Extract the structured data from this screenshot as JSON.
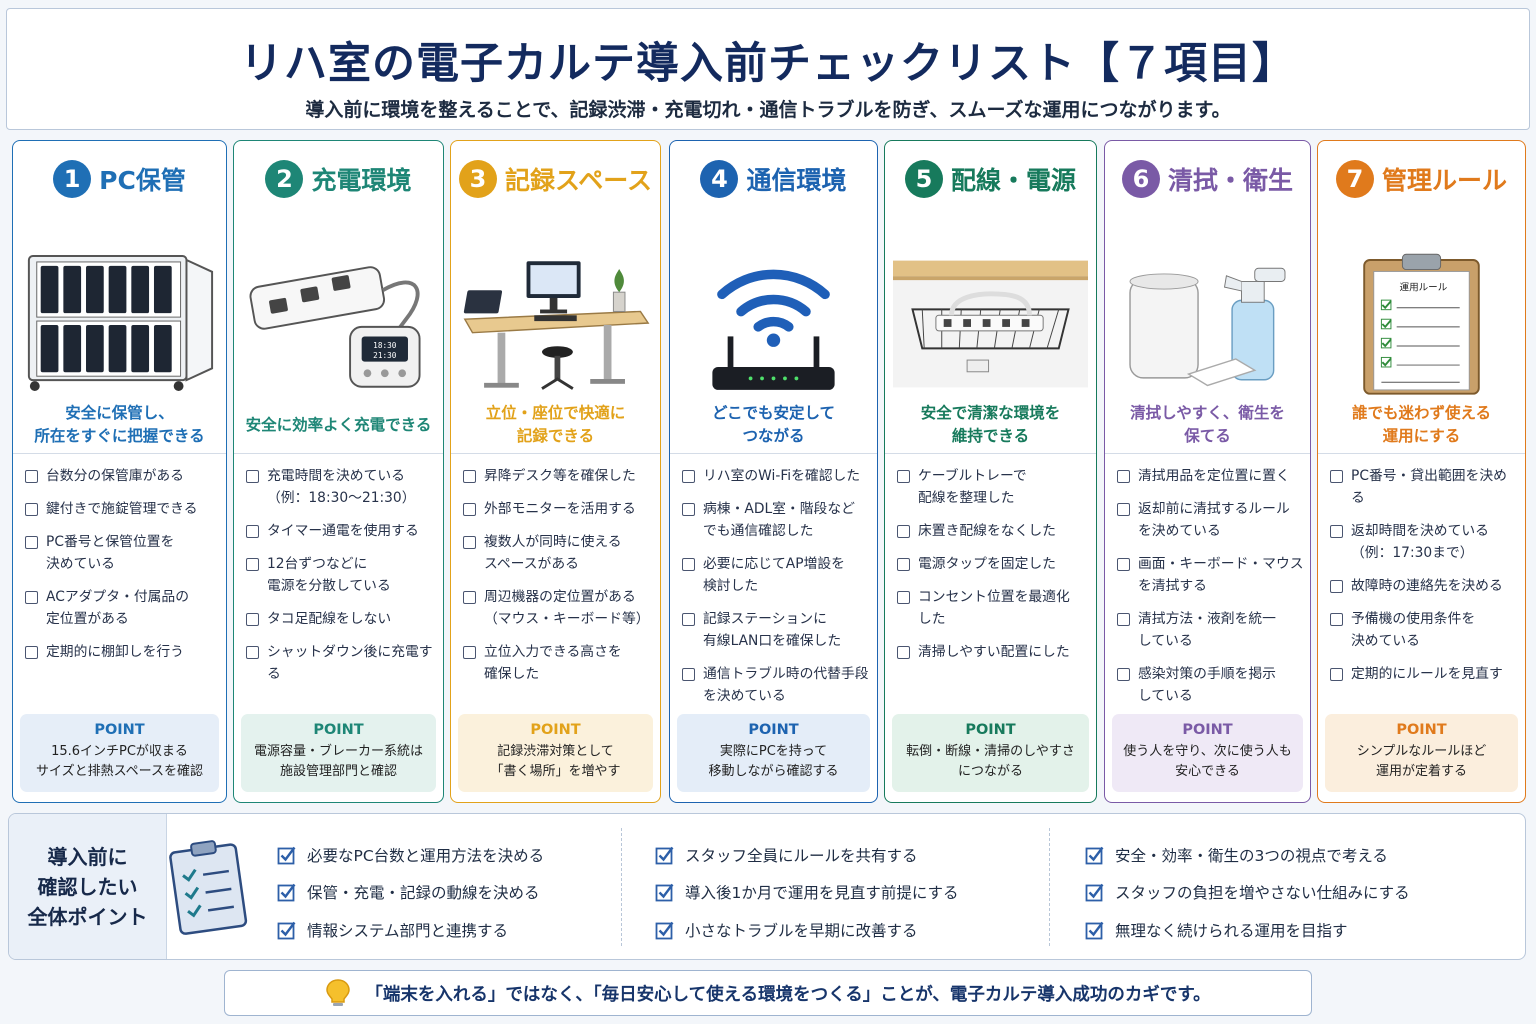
{
  "header": {
    "title": "リハ室の電子カルテ導入前チェックリスト【７項目】",
    "subtitle": "導入前に環境を整えることで、記録渋滞・充電切れ・通信トラブルを防ぎ、スムーズな運用につながります。"
  },
  "cards": [
    {
      "num": "1",
      "title": "PC保管",
      "color": "#1f6fb5",
      "bg": "#e6eef8",
      "icon": "storage-cabinet-icon",
      "summary": "安全に保管し、\n所在をすぐに把握できる",
      "checks": [
        "台数分の保管庫がある",
        "鍵付きで施錠管理できる",
        "PC番号と保管位置を\n決めている",
        "ACアダプタ・付属品の\n定位置がある",
        "定期的に棚卸しを行う"
      ],
      "point_label": "POINT",
      "point_text": "15.6インチPCが収まる\nサイズと排熱スペースを確認"
    },
    {
      "num": "2",
      "title": "充電環境",
      "color": "#1e8676",
      "bg": "#e4f2ee",
      "icon": "power-strip-timer-icon",
      "summary": "安全に効率よく充電できる",
      "checks": [
        "充電時間を決めている\n（例：18:30〜21:30）",
        "タイマー通電を使用する",
        "12台ずつなどに\n電源を分散している",
        "タコ足配線をしない",
        "シャットダウン後に充電する"
      ],
      "point_label": "POINT",
      "point_text": "電源容量・ブレーカー系統は\n施設管理部門と確認"
    },
    {
      "num": "3",
      "title": "記録スペース",
      "color": "#e2a21a",
      "bg": "#fbf1dc",
      "icon": "standing-desk-icon",
      "summary": "立位・座位で快適に\n記録できる",
      "checks": [
        "昇降デスク等を確保した",
        "外部モニターを活用する",
        "複数人が同時に使える\nスペースがある",
        "周辺機器の定位置がある\n（マウス・キーボード等）",
        "立位入力できる高さを\n確保した"
      ],
      "point_label": "POINT",
      "point_text": "記録渋滞対策として\n「書く場所」を増やす"
    },
    {
      "num": "4",
      "title": "通信環境",
      "color": "#1d63b0",
      "bg": "#e4edf8",
      "icon": "wifi-router-icon",
      "summary": "どこでも安定して\nつながる",
      "checks": [
        "リハ室のWi-Fiを確認した",
        "病棟・ADL室・階段など\nでも通信確認した",
        "必要に応じてAP増設を\n検討した",
        "記録ステーションに\n有線LAN口を確保した",
        "通信トラブル時の代替手段\nを決めている"
      ],
      "point_label": "POINT",
      "point_text": "実際にPCを持って\n移動しながら確認する"
    },
    {
      "num": "5",
      "title": "配線・電源",
      "color": "#177a5c",
      "bg": "#e3f2ea",
      "icon": "cable-tray-icon",
      "summary": "安全で清潔な環境を\n維持できる",
      "checks": [
        "ケーブルトレーで\n配線を整理した",
        "床置き配線をなくした",
        "電源タップを固定した",
        "コンセント位置を最適化\nした",
        "清掃しやすい配置にした"
      ],
      "point_label": "POINT",
      "point_text": "転倒・断線・清掃のしやすさ\nにつながる"
    },
    {
      "num": "6",
      "title": "清拭・衛生",
      "color": "#7a5aa6",
      "bg": "#efe9f6",
      "icon": "cleaning-supplies-icon",
      "summary": "清拭しやすく、衛生を\n保てる",
      "checks": [
        "清拭用品を定位置に置く",
        "返却前に清拭するルール\nを決めている",
        "画面・キーボード・マウス\nを清拭する",
        "清拭方法・液剤を統一\nしている",
        "感染対策の手順を掲示\nしている"
      ],
      "point_label": "POINT",
      "point_text": "使う人を守り、次に使う人も\n安心できる"
    },
    {
      "num": "7",
      "title": "管理ルール",
      "color": "#e07a1c",
      "bg": "#fbeedd",
      "icon": "clipboard-rules-icon",
      "clip_text": "運用ルール",
      "summary": "誰でも迷わず使える\n運用にする",
      "checks": [
        "PC番号・貸出範囲を決める",
        "返却時間を決めている\n（例：17:30まで）",
        "故障時の連絡先を決める",
        "予備機の使用条件を\n決めている",
        "定期的にルールを見直す"
      ],
      "point_label": "POINT",
      "point_text": "シンプルなルールほど\n運用が定着する"
    }
  ],
  "bottom": {
    "heading": "導入前に\n確認したい\n全体ポイント",
    "columns": [
      [
        "必要なPC台数と運用方法を決める",
        "保管・充電・記録の動線を決める",
        "情報システム部門と連携する"
      ],
      [
        "スタッフ全員にルールを共有する",
        "導入後1か月で運用を見直す前提にする",
        "小さなトラブルを早期に改善する"
      ],
      [
        "安全・効率・衛生の3つの視点で考える",
        "スタッフの負担を増やさない仕組みにする",
        "無理なく続けられる運用を目指す"
      ]
    ]
  },
  "footer": {
    "icon": "lightbulb-icon",
    "text": "「端末を入れる」ではなく、「毎日安心して使える環境をつくる」ことが、電子カルテ導入成功のカギです。"
  }
}
